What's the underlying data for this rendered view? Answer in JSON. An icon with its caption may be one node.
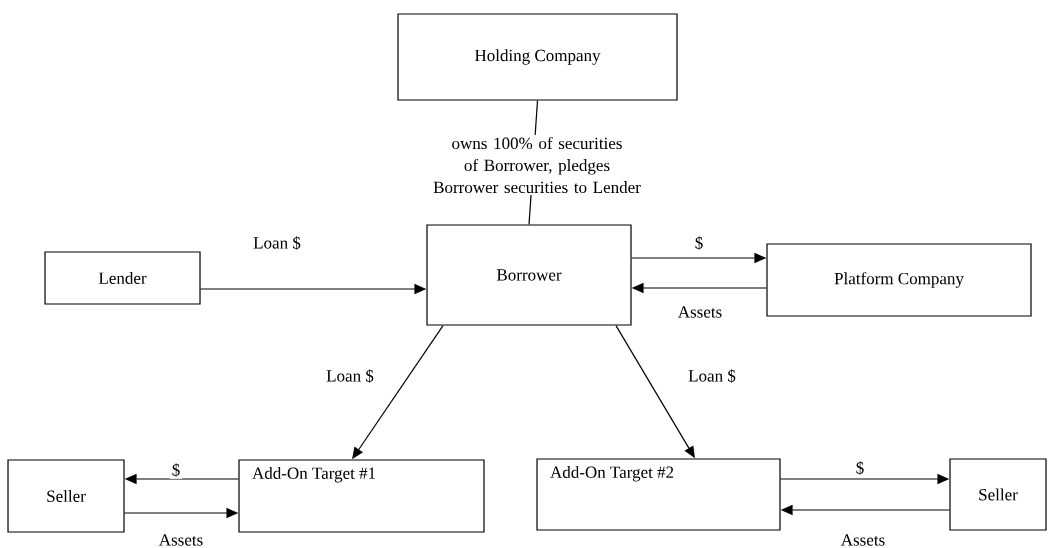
{
  "diagram": {
    "nodes": [
      {
        "text": [
          "Holding Company"
        ]
      },
      {
        "text": [
          "Borrower"
        ]
      },
      {
        "text": [
          "Lender"
        ]
      },
      {
        "text": [
          "Platform Company"
        ]
      },
      {
        "text": [
          "Seller"
        ]
      },
      {
        "text": [
          "Add-On Target #1"
        ]
      },
      {
        "text": [
          "Add-On Target #2"
        ]
      },
      {
        "text": [
          "Seller"
        ]
      }
    ],
    "edges": [
      {
        "from": 0,
        "to": 1,
        "arrow": "none",
        "label": "owns 100% of securities of Borrower, pledges Borrower securities to Lender"
      },
      {
        "from": 2,
        "to": 1,
        "arrow": "to",
        "label": "Loan $"
      },
      {
        "from": 1,
        "to": 3,
        "arrow": "to",
        "label": "$"
      },
      {
        "from": 3,
        "to": 1,
        "arrow": "to",
        "label": "Assets"
      },
      {
        "from": 1,
        "to": 5,
        "arrow": "to",
        "label": "Loan $"
      },
      {
        "from": 1,
        "to": 6,
        "arrow": "to",
        "label": "Loan $"
      },
      {
        "from": 5,
        "to": 4,
        "arrow": "to",
        "label": "$"
      },
      {
        "from": 4,
        "to": 5,
        "arrow": "to",
        "label": "Assets"
      },
      {
        "from": 6,
        "to": 7,
        "arrow": "to",
        "label": "$"
      },
      {
        "from": 7,
        "to": 6,
        "arrow": "to",
        "label": "Assets"
      }
    ]
  }
}
